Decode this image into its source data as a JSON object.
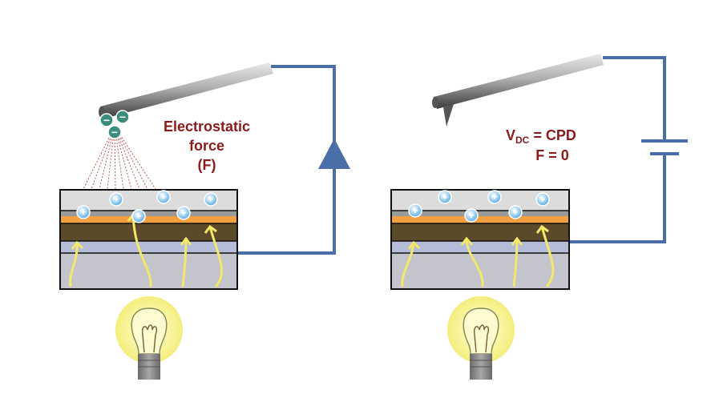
{
  "left_panel": {
    "label_line1": "Electrostatic",
    "label_line2": "force",
    "label_line3": "(F)",
    "tip_charge_sign": "−",
    "surface_charge_sign": "+"
  },
  "right_panel": {
    "vdc_main": "V",
    "vdc_sub": "DC",
    "vdc_rest": " = CPD",
    "force_line": "F = 0",
    "surface_charge_sign": "+"
  },
  "colors": {
    "wire": "#4a6ea8",
    "label": "#8b1a1a",
    "tip_charge": "#3c8c7c",
    "surface_charge": "#6ab6e8",
    "light_ray": "#f2e86a",
    "layer_top": "#dcdcdc",
    "layer_orange": "#f0a040",
    "layer_brown": "#5a4a2a",
    "layer_blue": "#b4bcd8",
    "substrate": "#c4c4cc",
    "bulb_glow": "#f6f28a",
    "field_lines": "#c0565a"
  },
  "icons": [
    "cantilever-icon",
    "tip-icon",
    "battery-icon",
    "diode-arrow-icon",
    "light-bulb-icon"
  ]
}
